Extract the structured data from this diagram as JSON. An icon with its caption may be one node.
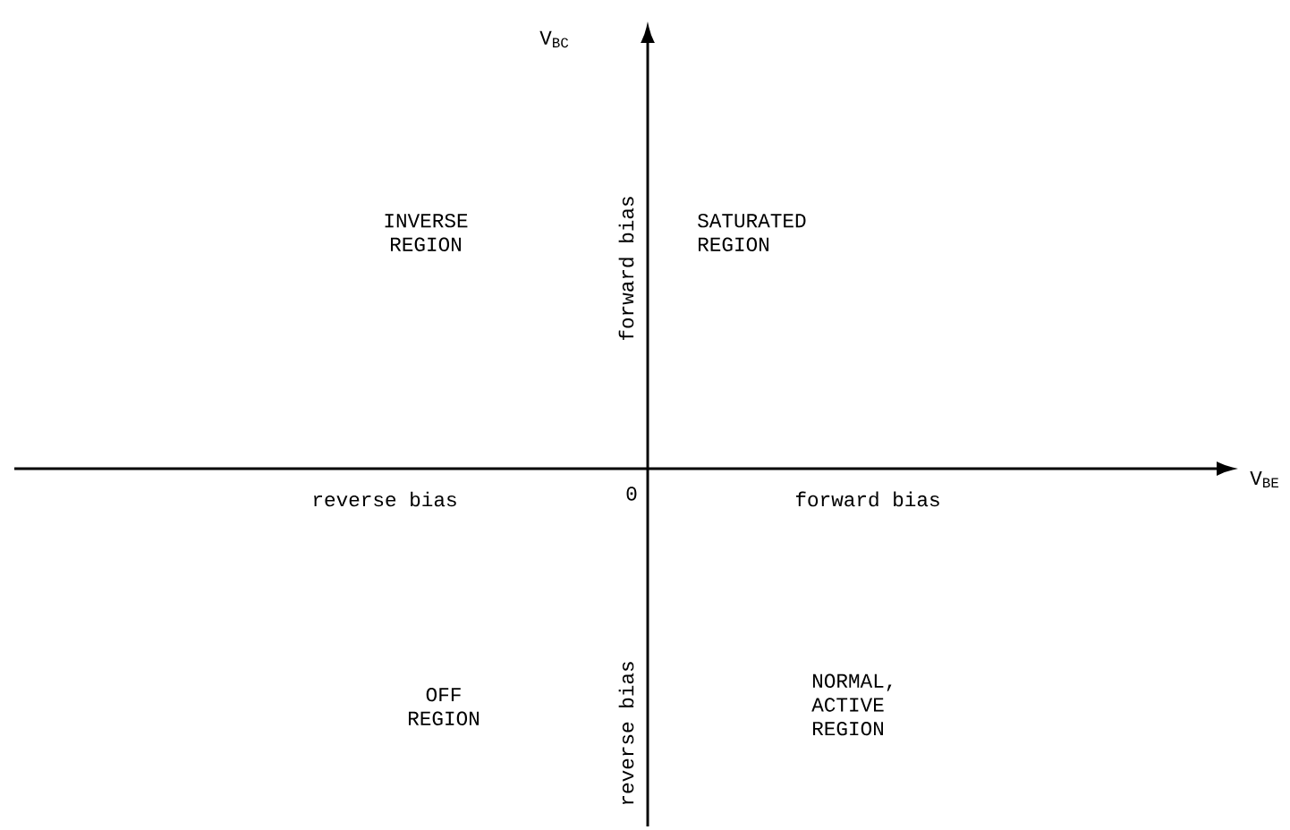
{
  "diagram": {
    "labels": [
      "V$_{BC}$",
      "INVERSE REGION",
      "forward bias",
      "SATURATED REGION",
      "V$_{BE}$",
      "reverse bias",
      "0",
      "forward bias",
      "OFF REGION",
      "reverse bias",
      "NORMAL, ACTIVE REGION"
    ]
  }
}
